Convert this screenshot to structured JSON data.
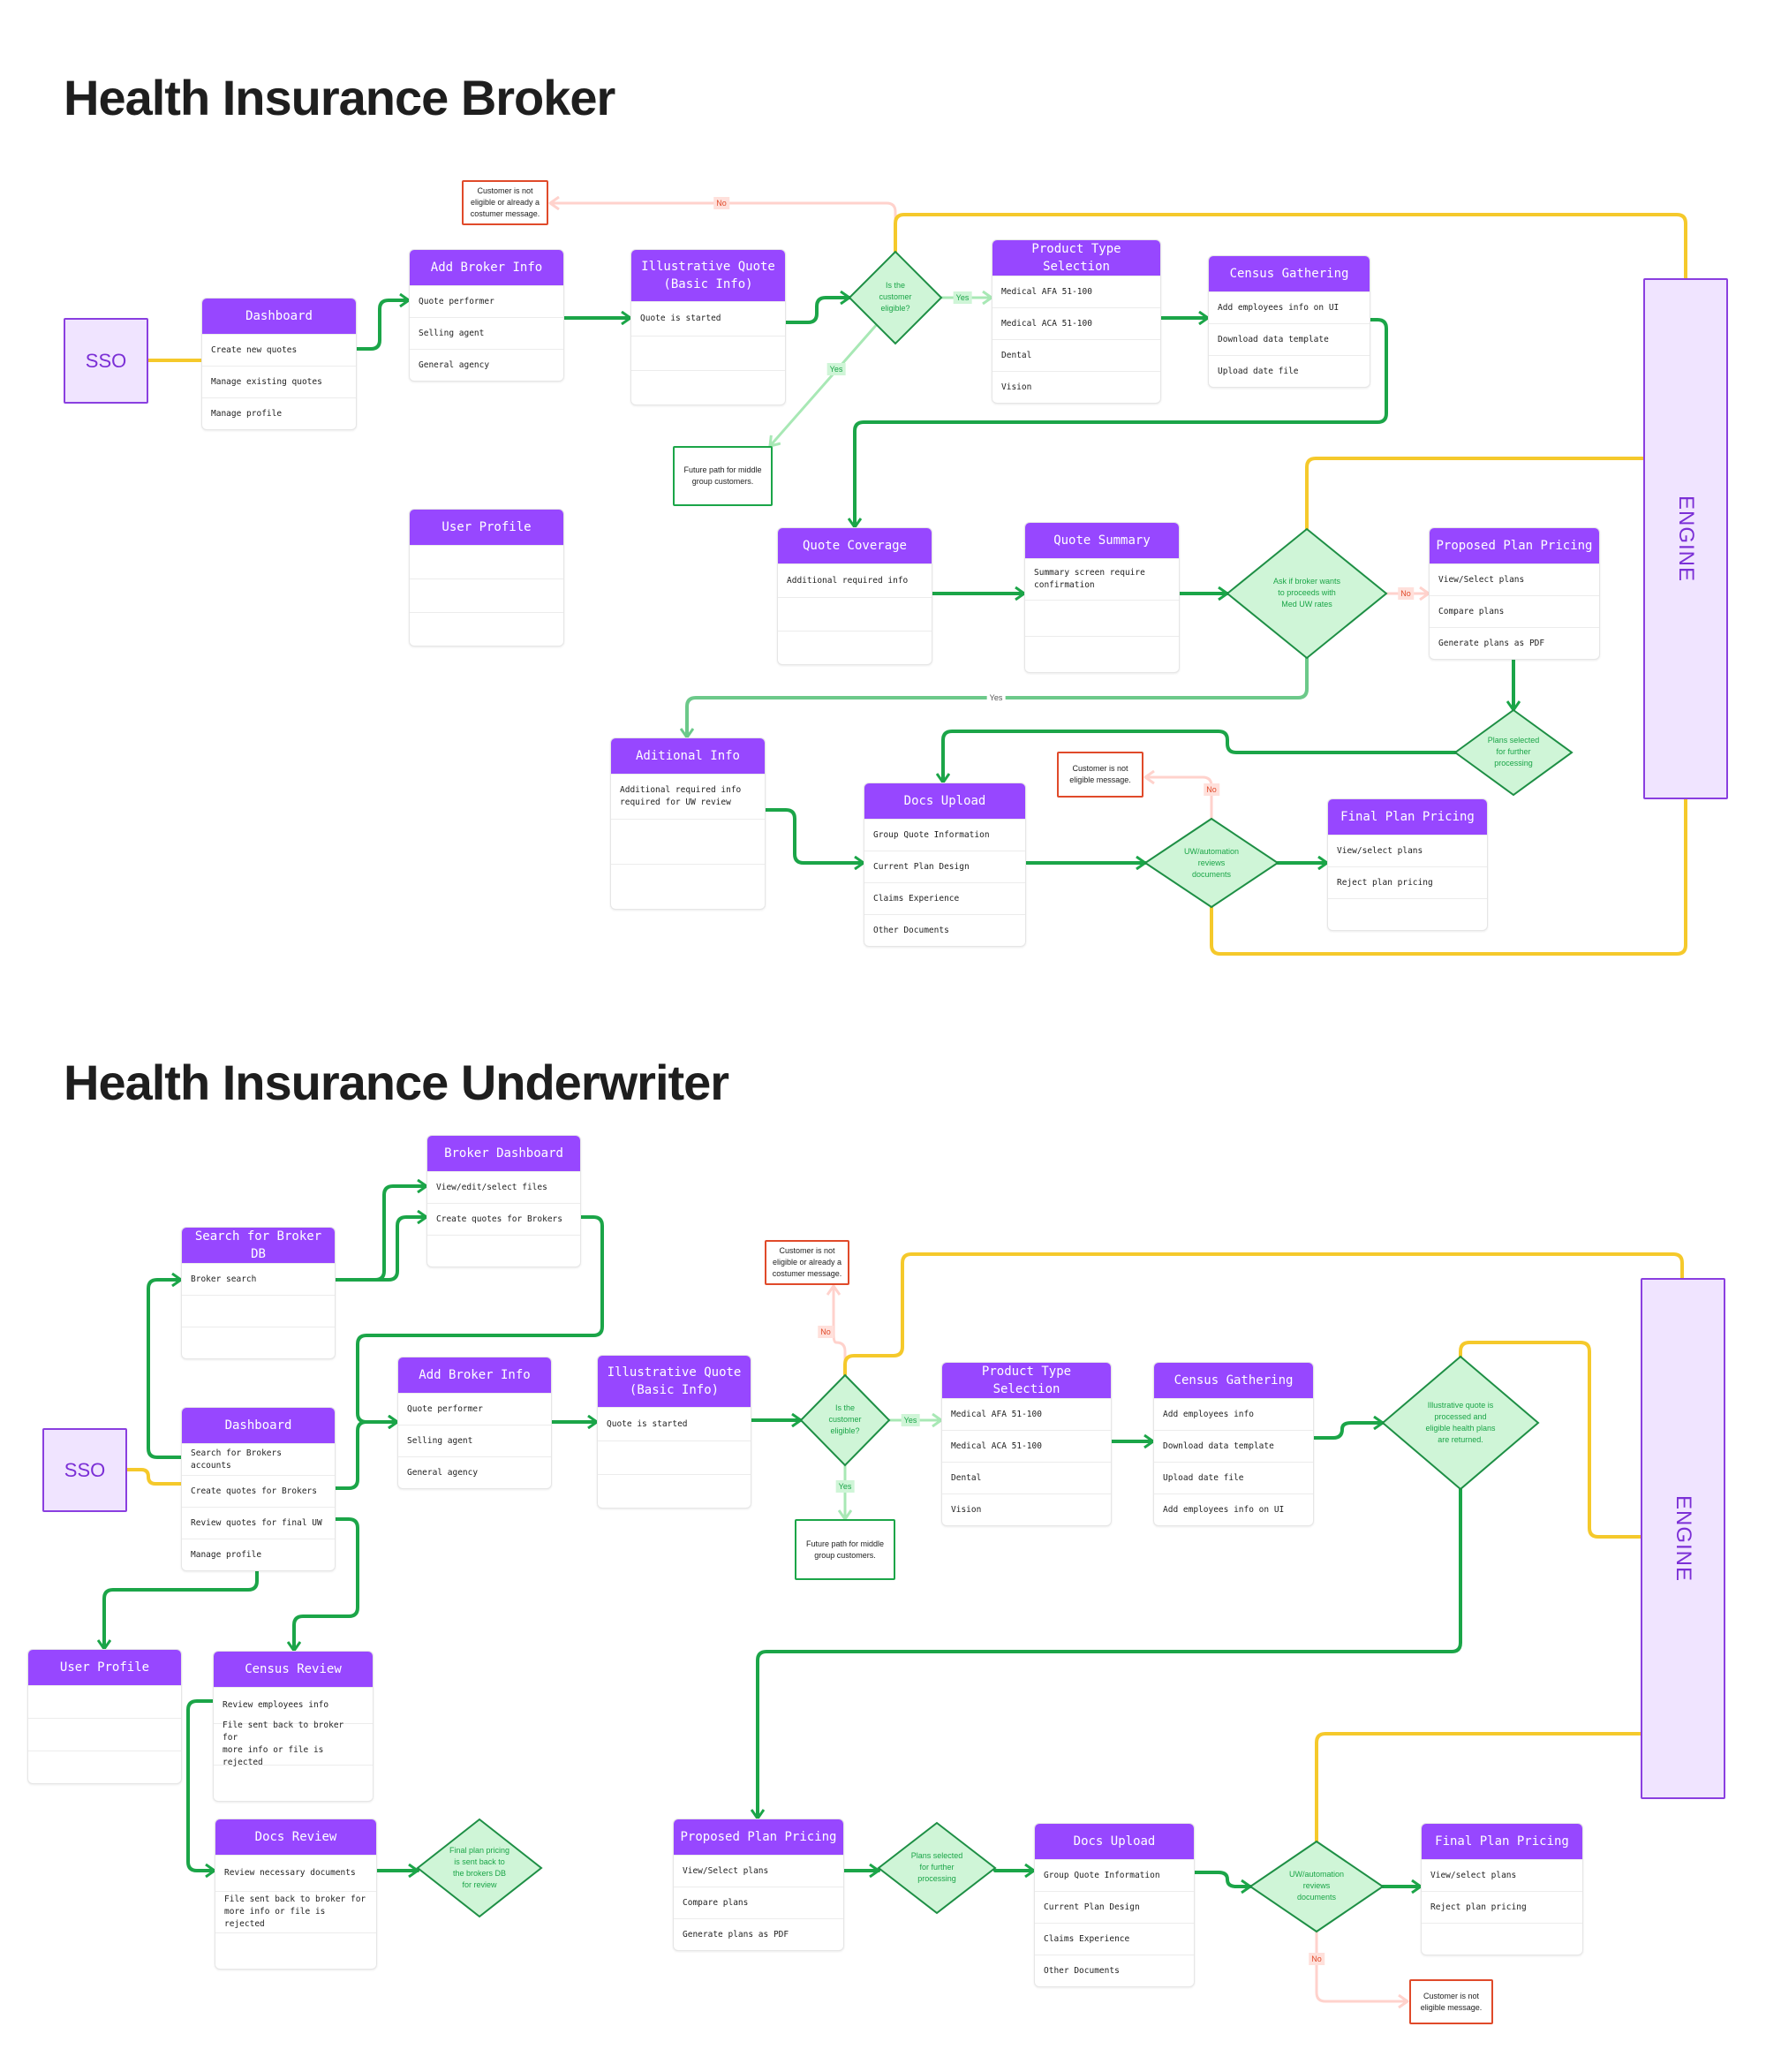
{
  "broker": {
    "title": "Health Insurance Broker",
    "sso": "SSO",
    "engine": "ENGINE",
    "cards": {
      "dashboard": {
        "title": "Dashboard",
        "rows": [
          "Create new quotes",
          "Manage existing quotes",
          "Manage profile"
        ]
      },
      "add_broker": {
        "title": "Add Broker Info",
        "rows": [
          "Quote performer",
          "Selling agent",
          "General agency"
        ]
      },
      "illustrative": {
        "title": "Illustrative Quote\n(Basic Info)",
        "rows": [
          "Quote is started",
          "",
          ""
        ]
      },
      "product": {
        "title": "Product Type Selection",
        "rows": [
          "Medical AFA 51-100",
          "Medical ACA 51-100",
          "Dental",
          "Vision"
        ]
      },
      "census": {
        "title": "Census Gathering",
        "rows": [
          "Add employees info on UI",
          "Download data template",
          "Upload date file"
        ]
      },
      "user_profile": {
        "title": "User Profile",
        "rows": [
          "",
          "",
          ""
        ]
      },
      "quote_coverage": {
        "title": "Quote Coverage",
        "rows": [
          "Additional required info",
          "",
          ""
        ]
      },
      "quote_summary": {
        "title": "Quote Summary",
        "rows": [
          "Summary screen require\nconfirmation",
          "",
          ""
        ]
      },
      "proposed": {
        "title": "Proposed Plan Pricing",
        "rows": [
          "View/Select plans",
          "Compare plans",
          "Generate plans as PDF"
        ]
      },
      "additional_info": {
        "title": "Aditional Info",
        "rows": [
          "Additional required info\nrequired for UW review",
          "",
          ""
        ]
      },
      "docs_upload": {
        "title": "Docs Upload",
        "rows": [
          "Group Quote Information",
          "Current Plan Design",
          "Claims Experience",
          "Other Documents"
        ]
      },
      "final": {
        "title": "Final Plan Pricing",
        "rows": [
          "View/select plans",
          "Reject plan pricing",
          ""
        ]
      }
    },
    "diamonds": {
      "eligible": "Is the\ncustomer\neligible?",
      "proceed": "Ask if broker wants\nto proceeds with\nMed UW rates",
      "plans_selected": "Plans selected\nfor further\nprocessing",
      "uw_review": "UW/automation\nreviews\ndocuments"
    },
    "notes": {
      "not_eligible": "Customer is not\neligible or already a\ncostumer message.",
      "future_path": "Future path for middle\ngroup customers.",
      "not_eligible_2": "Customer is not\neligible message."
    },
    "labels": {
      "yes": "Yes",
      "no": "No"
    }
  },
  "underwriter": {
    "title": "Health Insurance Underwriter",
    "sso": "SSO",
    "engine": "ENGINE",
    "cards": {
      "broker_dashboard": {
        "title": "Broker Dashboard",
        "rows": [
          "View/edit/select files",
          "Create quotes for Brokers",
          ""
        ]
      },
      "search_broker": {
        "title": "Search for Broker DB",
        "rows": [
          "Broker search",
          "",
          ""
        ]
      },
      "dashboard": {
        "title": "Dashboard",
        "rows": [
          "Search for Brokers accounts",
          "Create quotes for Brokers",
          "Review quotes for final UW",
          "Manage profile"
        ]
      },
      "add_broker": {
        "title": "Add Broker Info",
        "rows": [
          "Quote performer",
          "Selling agent",
          "General agency"
        ]
      },
      "illustrative": {
        "title": "Illustrative Quote\n(Basic Info)",
        "rows": [
          "Quote is started",
          "",
          ""
        ]
      },
      "product": {
        "title": "Product Type Selection",
        "rows": [
          "Medical AFA 51-100",
          "Medical ACA 51-100",
          "Dental",
          "Vision"
        ]
      },
      "census": {
        "title": "Census Gathering",
        "rows": [
          "Add employees info",
          "Download data template",
          "Upload date file",
          "Add employees info on UI"
        ]
      },
      "user_profile": {
        "title": "User Profile",
        "rows": [
          "",
          "",
          ""
        ]
      },
      "census_review": {
        "title": "Census Review",
        "rows": [
          "Review employees info",
          "File sent back to broker for\nmore info or file is rejected",
          ""
        ]
      },
      "docs_review": {
        "title": "Docs Review",
        "rows": [
          "Review necessary documents",
          "File sent back to broker for\nmore info or file is rejected",
          ""
        ]
      },
      "proposed": {
        "title": "Proposed Plan Pricing",
        "rows": [
          "View/Select plans",
          "Compare plans",
          "Generate plans as PDF"
        ]
      },
      "docs_upload": {
        "title": "Docs Upload",
        "rows": [
          "Group Quote Information",
          "Current Plan Design",
          "Claims Experience",
          "Other Documents"
        ]
      },
      "final": {
        "title": "Final Plan Pricing",
        "rows": [
          "View/select plans",
          "Reject plan pricing",
          ""
        ]
      }
    },
    "diamonds": {
      "eligible": "Is the\ncustomer\neligible?",
      "processed": "Illustrative quote is\nprocessed and\neligible health plans\nare returned.",
      "final_sent": "Final plan pricing\nis sent back to\nthe brokers DB\nfor review",
      "plans_selected": "Plans selected\nfor further\nprocessing",
      "uw_review": "UW/automation\nreviews\ndocuments"
    },
    "notes": {
      "not_eligible": "Customer is not\neligible or already a\ncostumer message.",
      "future_path": "Future path for middle\ngroup customers.",
      "not_eligible_2": "Customer is not\neligible message."
    },
    "labels": {
      "yes": "Yes",
      "no": "No"
    }
  },
  "colors": {
    "card_header": "#9747FF",
    "flow_green": "#1BA548",
    "engine_yellow": "#F5C92B",
    "yes_light_green": "#A8E8B5",
    "no_pink": "#FFD2CC",
    "error_red": "#E04A2A",
    "engine_fill": "#F0E4FF"
  }
}
